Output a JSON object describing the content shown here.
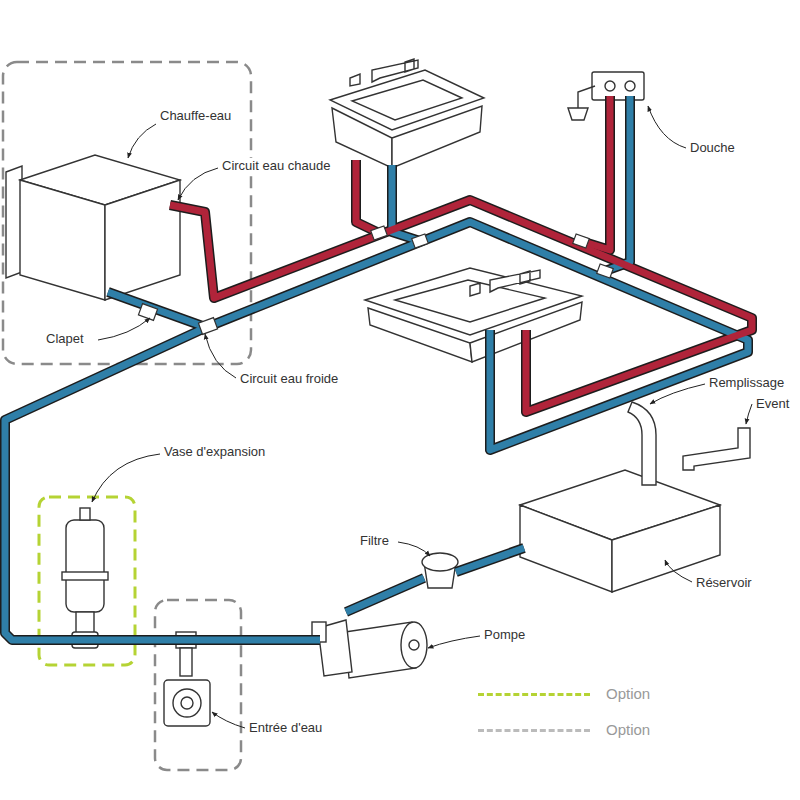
{
  "diagram": {
    "labels": [
      "Chauffe-eau",
      "Circuit eau chaude",
      "Clapet",
      "Circuit eau froide",
      "Douche",
      "Remplissage",
      "Event",
      "Vase d'expansion",
      "Filtre",
      "Pompe",
      "Réservoir",
      "Entrée d'eau"
    ],
    "legend": [
      {
        "text": "Option"
      },
      {
        "text": "Option"
      }
    ]
  }
}
